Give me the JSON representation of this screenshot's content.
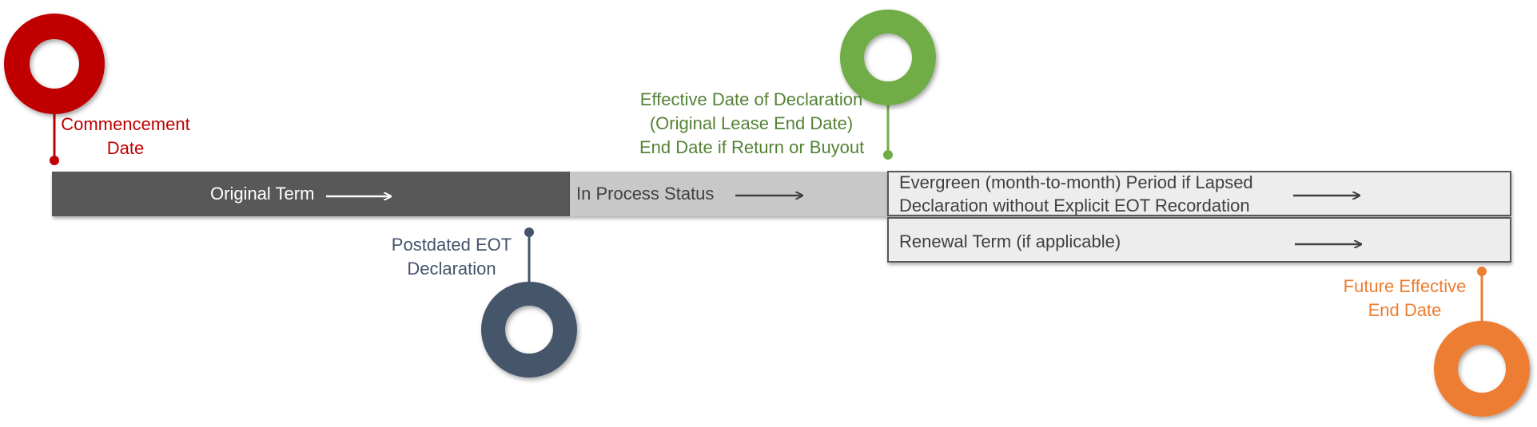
{
  "colors": {
    "commencement": "#c00000",
    "postdated": "#44546a",
    "effective": "#70ad47",
    "future": "#ed7d31",
    "original_bar": "#595959",
    "process_bar": "#c8c8c8",
    "period_box": "#ededed",
    "arrow_dark": "#404040",
    "arrow_light": "#ffffff"
  },
  "markers": {
    "commencement": {
      "lines": [
        "Commencement",
        "Date"
      ],
      "icon": "ring-marker-icon"
    },
    "postdated": {
      "lines": [
        "Postdated EOT",
        "Declaration"
      ],
      "icon": "ring-marker-icon"
    },
    "effective": {
      "lines": [
        "Effective Date of Declaration",
        "(Original Lease End Date)",
        "End Date if Return or Buyout"
      ],
      "icon": "ring-marker-icon"
    },
    "future": {
      "lines": [
        "Future Effective",
        "End Date"
      ],
      "icon": "ring-marker-icon"
    }
  },
  "bars": {
    "original_term": "Original Term",
    "in_process": "In Process Status",
    "evergreen": [
      "Evergreen (month-to-month) Period if Lapsed",
      "Declaration without Explicit EOT Recordation"
    ],
    "renewal": "Renewal Term (if applicable)"
  }
}
